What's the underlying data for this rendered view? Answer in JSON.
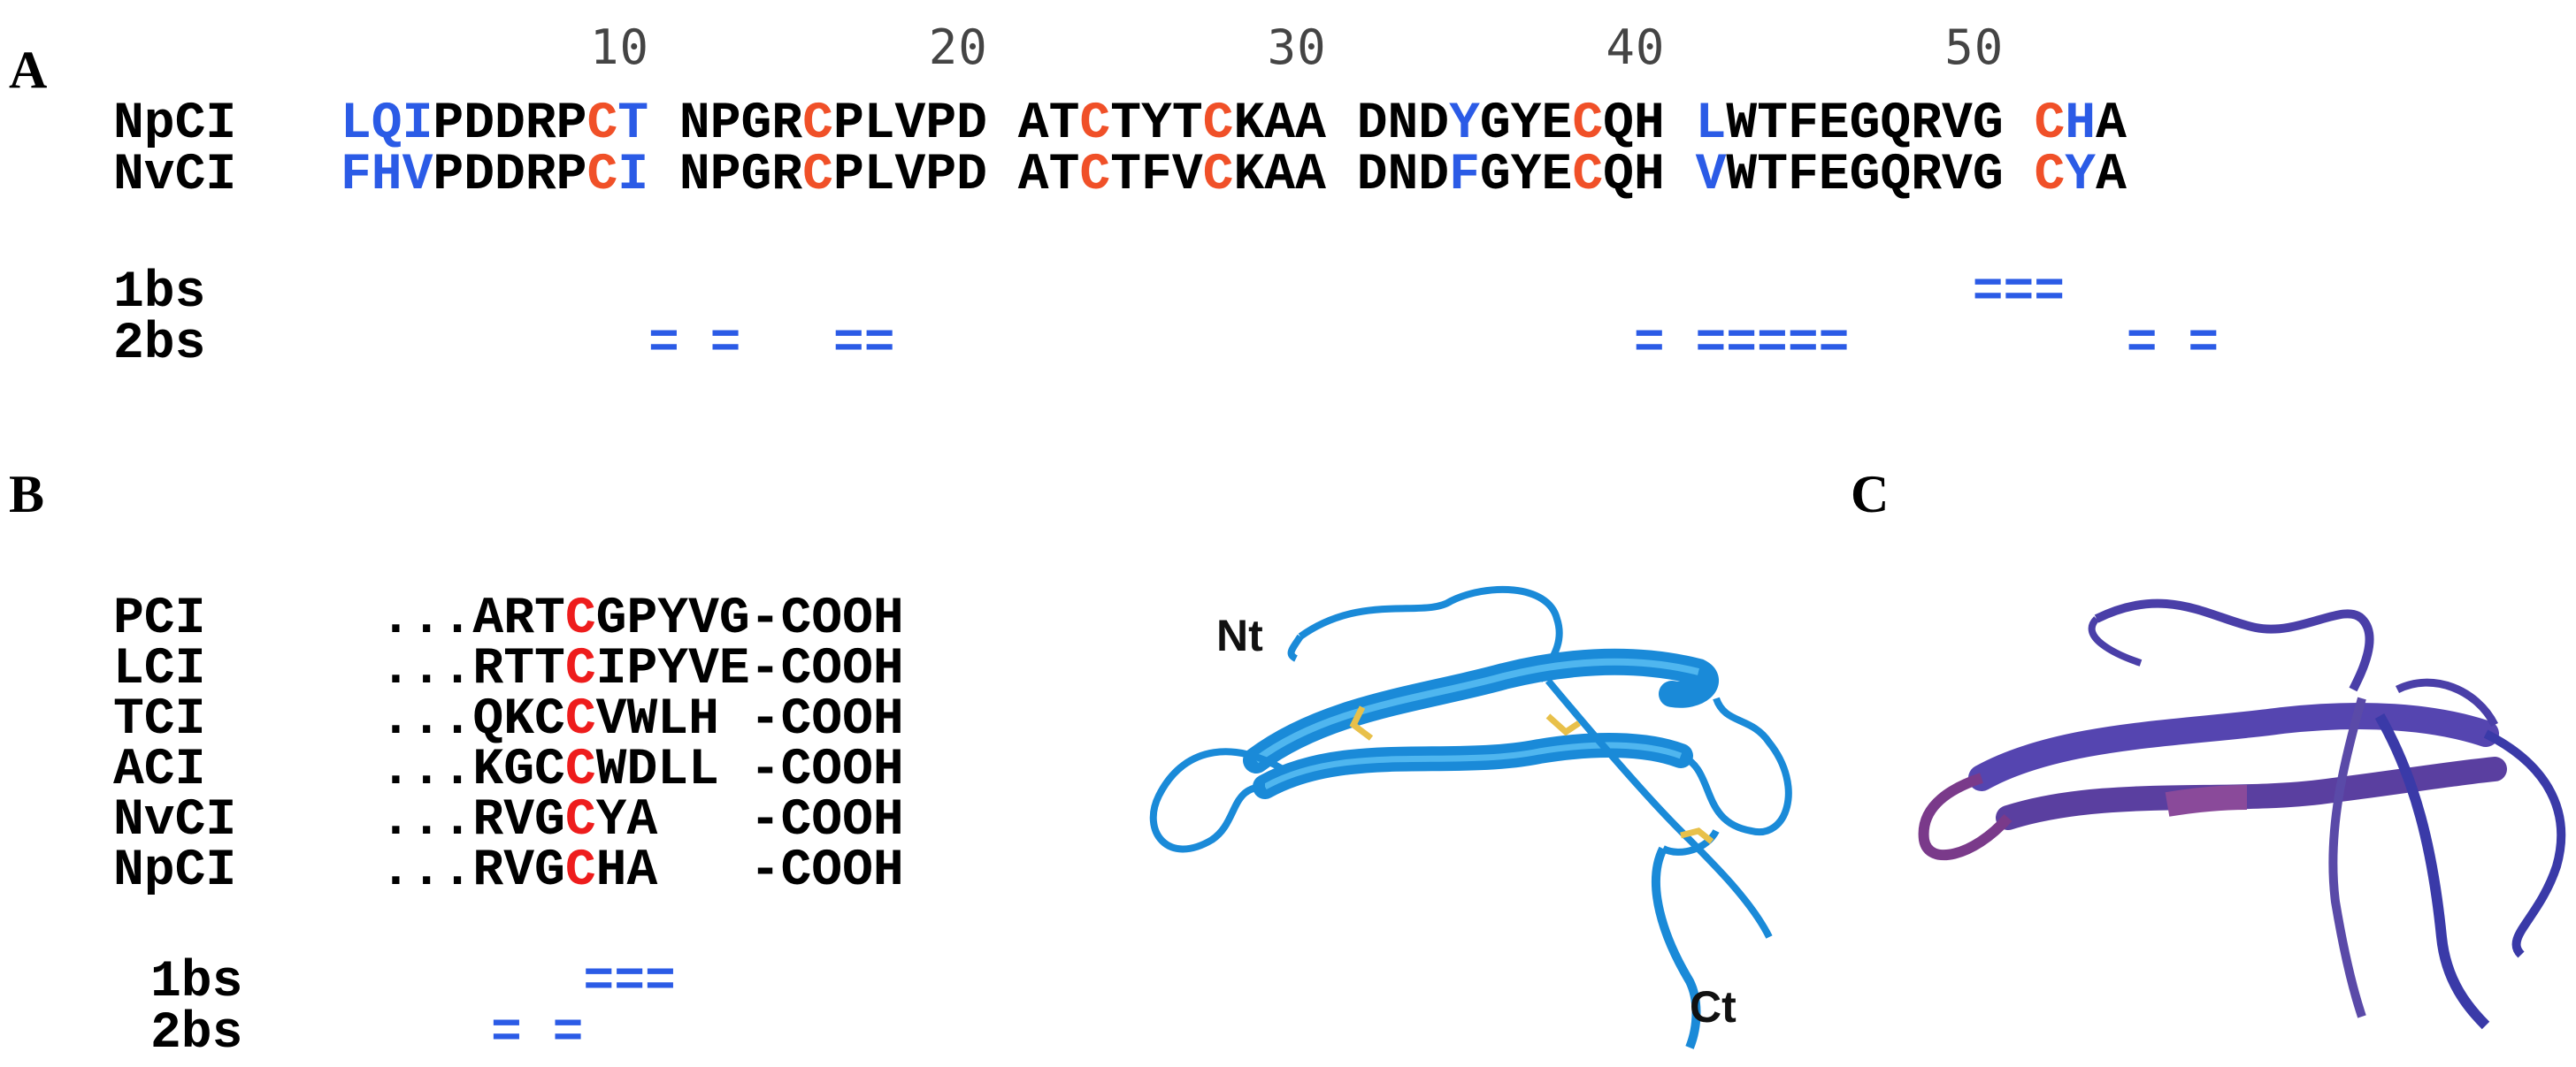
{
  "panelA": {
    "letter": "A",
    "ruler": [
      "10",
      "20",
      "30",
      "40",
      "50"
    ],
    "rows": [
      {
        "name": "NpCI",
        "segments": [
          [
            [
              "LQI",
              "blue"
            ],
            [
              "PDDRP",
              "black"
            ],
            [
              "C",
              "red"
            ],
            [
              "T",
              "blue"
            ]
          ],
          [
            [
              "NPGR",
              "black"
            ],
            [
              "C",
              "red"
            ],
            [
              "PLVPD",
              "black"
            ]
          ],
          [
            [
              "AT",
              "black"
            ],
            [
              "C",
              "red"
            ],
            [
              "TYT",
              "black"
            ],
            [
              "C",
              "red"
            ],
            [
              "KAA",
              "black"
            ]
          ],
          [
            [
              "DND",
              "black"
            ],
            [
              "Y",
              "blue"
            ],
            [
              "GYE",
              "black"
            ],
            [
              "C",
              "red"
            ],
            [
              "QH",
              "black"
            ]
          ],
          [
            [
              "L",
              "blue"
            ],
            [
              "WTFEGQRVG",
              "black"
            ]
          ],
          [
            [
              "C",
              "red"
            ],
            [
              "H",
              "blue"
            ],
            [
              "A",
              "black"
            ]
          ]
        ]
      },
      {
        "name": "NvCI",
        "segments": [
          [
            [
              "FHV",
              "blue"
            ],
            [
              "PDDRP",
              "black"
            ],
            [
              "C",
              "red"
            ],
            [
              "I",
              "blue"
            ]
          ],
          [
            [
              "NPGR",
              "black"
            ],
            [
              "C",
              "red"
            ],
            [
              "PLVPD",
              "black"
            ]
          ],
          [
            [
              "AT",
              "black"
            ],
            [
              "C",
              "red"
            ],
            [
              "TFV",
              "black"
            ],
            [
              "C",
              "red"
            ],
            [
              "KAA",
              "black"
            ]
          ],
          [
            [
              "DND",
              "black"
            ],
            [
              "F",
              "blue"
            ],
            [
              "GYE",
              "black"
            ],
            [
              "C",
              "red"
            ],
            [
              "QH",
              "black"
            ]
          ],
          [
            [
              "V",
              "blue"
            ],
            [
              "WTFEGQRVG",
              "black"
            ]
          ],
          [
            [
              "C",
              "red"
            ],
            [
              "Y",
              "blue"
            ],
            [
              "A",
              "black"
            ]
          ]
        ]
      }
    ],
    "bs": [
      {
        "name": "1bs",
        "marks": "                                                     ==="
      },
      {
        "name": "2bs",
        "marks": "          = =   ==                        = =====         = ="
      }
    ]
  },
  "panelB": {
    "letter": "B",
    "rows": [
      {
        "name": "PCI",
        "pre": "...ART",
        "c": "C",
        "post": "GPYVG-COOH"
      },
      {
        "name": "LCI",
        "pre": "...RTT",
        "c": "C",
        "post": "IPYVE-COOH"
      },
      {
        "name": "TCI",
        "pre": "...QKC",
        "c": "C",
        "post": "VWLH -COOH"
      },
      {
        "name": "ACI",
        "pre": "...KGC",
        "c": "C",
        "post": "WDLL -COOH"
      },
      {
        "name": "NvCI",
        "pre": "...RVG",
        "c": "C",
        "post": "YA   -COOH"
      },
      {
        "name": "NpCI",
        "pre": "...RVG",
        "c": "C",
        "post": "HA   -COOH"
      }
    ],
    "bs": [
      {
        "name": "1bs",
        "marks": "===",
        "indent": 3
      },
      {
        "name": "2bs",
        "marks": "= =",
        "indent": 0
      }
    ],
    "structure_labels": {
      "nt": "Nt",
      "ct": "Ct"
    }
  },
  "panelC": {
    "letter": "C"
  },
  "colors": {
    "blue": "#2b5be6",
    "red": "#f05028",
    "ribbonB": "#1a8ad8",
    "ribbonC": "#4a3fa8",
    "disulfide": "#e8c04a"
  }
}
